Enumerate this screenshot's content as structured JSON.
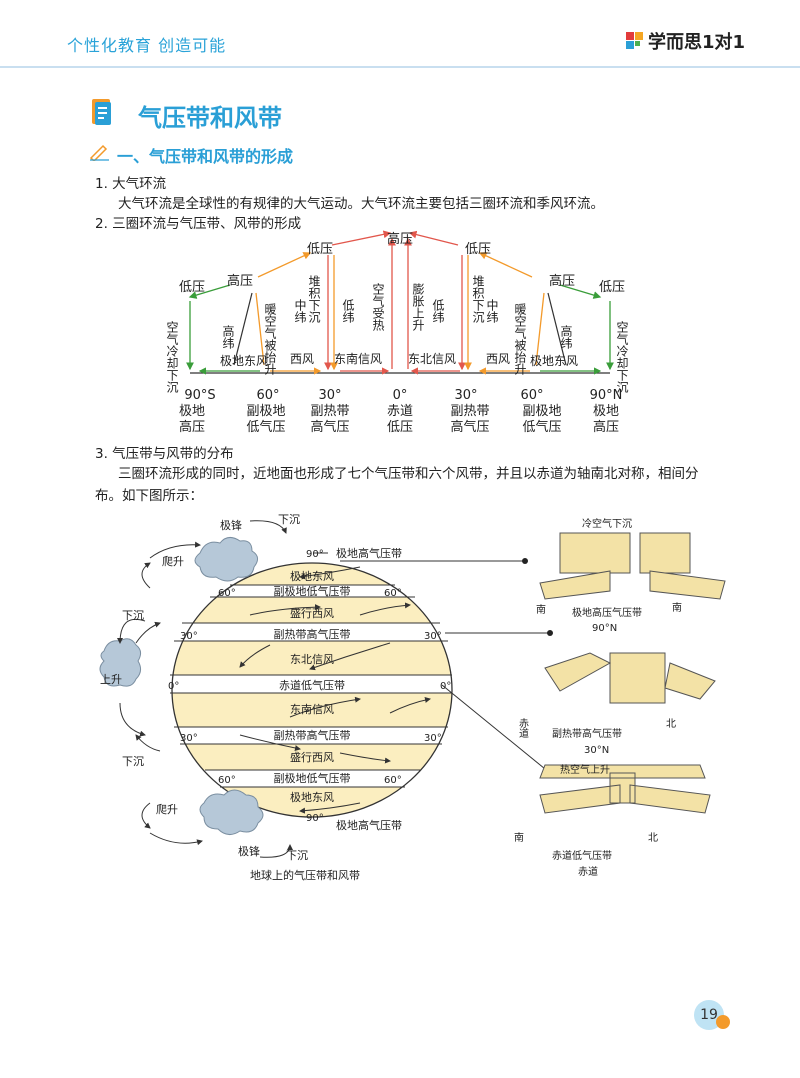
{
  "header": {
    "slogan": "个性化教育 创造可能",
    "logo_text": "学而思1对1"
  },
  "title": "气压带和风带",
  "section_heading": "一、气压带和风带的形成",
  "items": {
    "i1_title": "1. 大气环流",
    "i1_body": "大气环流是全球性的有规律的大气运动。大气环流主要包括三圈环流和季风环流。",
    "i2_title": "2. 三圈环流与气压带、风带的形成",
    "i3_title": "3. 气压带与风带的分布",
    "i3_body_line1": "三圈环流形成的同时，近地面也形成了七个气压带和六个风带，并且以赤道为轴南北对称，相间分",
    "i3_body_line2": "布。如下图所示："
  },
  "diagram1": {
    "top_high": "高压",
    "low_left": "低压",
    "low_right": "低压",
    "high_left": "高压",
    "high_right": "高压",
    "low_far_left": "低压",
    "low_far_right": "低压",
    "cold_air_down_l": "空气冷却下沉",
    "high_lat": "高纬",
    "warm_air_l": "暖空气被抬升",
    "mid_lat": "中纬",
    "pile_down": "堆积下沉",
    "low_lat": "低纬",
    "air_heated": "空气受热",
    "expand_up": "膨胀上升",
    "winds": {
      "polar_e_l": "极地东风",
      "west_l": "西风",
      "se_trade": "东南信风",
      "ne_trade": "东北信风",
      "west_r": "西风",
      "polar_e_r": "极地东风"
    },
    "lat_labels": [
      "90°S",
      "60°",
      "30°",
      "0°",
      "30°",
      "60°",
      "90°N"
    ],
    "belt_labels": [
      [
        "极地",
        "高压"
      ],
      [
        "副极地",
        "低气压"
      ],
      [
        "副热带",
        "高气压"
      ],
      [
        "赤道",
        "低压"
      ],
      [
        "副热带",
        "高气压"
      ],
      [
        "副极地",
        "低气压"
      ],
      [
        "极地",
        "高压"
      ]
    ]
  },
  "diagram2": {
    "caption": "地球上的气压带和风带",
    "bands": [
      "极地东风",
      "副极地低气压带",
      "盛行西风",
      "副热带高气压带",
      "东北信风",
      "赤道低气压带",
      "东南信风",
      "副热带高气压带",
      "盛行西风",
      "副极地低气压带",
      "极地东风"
    ],
    "polar_high_top": "极地高气压带",
    "polar_high_bottom": "极地高气压带",
    "deg90": "90°",
    "deg60": "60°",
    "deg30": "30°",
    "deg0": "0°",
    "left_labels": {
      "polar_front_top": "极锋",
      "climb_top": "爬升",
      "sink1": "下沉",
      "rise": "上升",
      "sink2": "下沉",
      "climb_bottom": "爬升",
      "polar_front_bottom": "极锋",
      "sink_top": "下沉",
      "sink_bottom": "下沉"
    },
    "panel1": {
      "top": "冷空气下沉",
      "south": "南",
      "north": "南",
      "caption": "极地高压气压带",
      "lat": "90°N"
    },
    "panel2": {
      "side": "赤道",
      "north": "北",
      "caption": "副热带高气压带",
      "lat": "30°N"
    },
    "panel3": {
      "top": "热空气上升",
      "south": "南",
      "north": "北",
      "caption1": "赤道低气压带",
      "caption2": "赤道"
    }
  },
  "page_number": "19",
  "colors": {
    "accent": "#2a9fd6",
    "band": "#fbeec0",
    "orange": "#f39a2b"
  }
}
